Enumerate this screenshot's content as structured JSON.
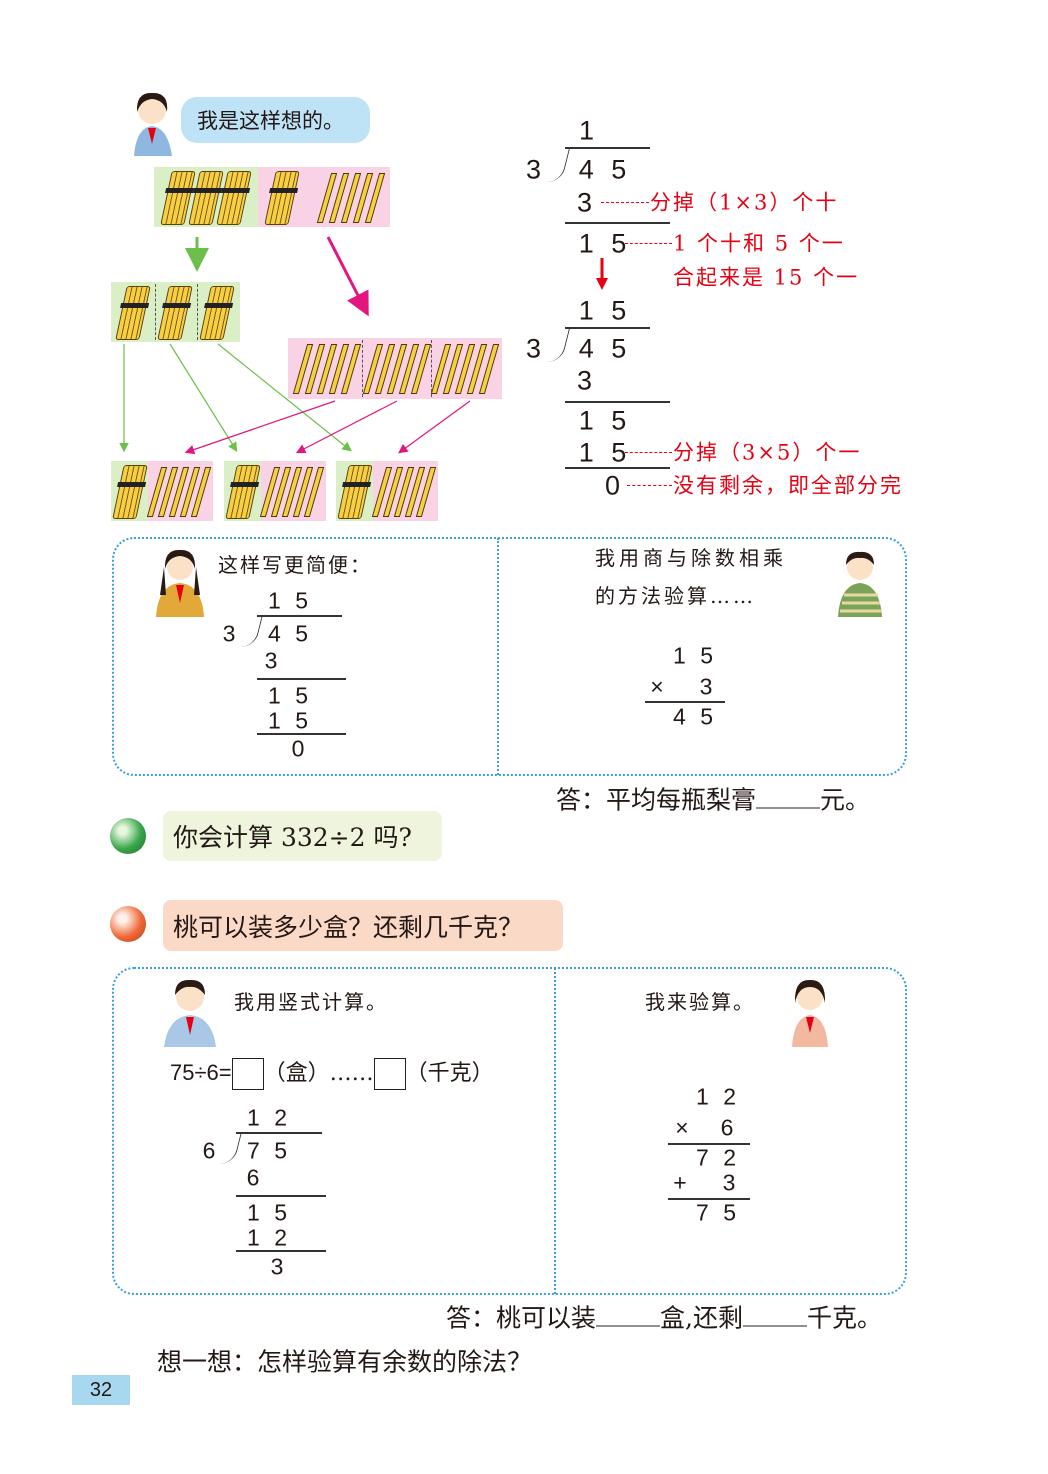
{
  "speech": {
    "text": "我是这样想的。"
  },
  "division_explained": {
    "first": {
      "quotient": "1",
      "divisor": "3",
      "dividend": "4 5",
      "sub": "3",
      "remainder": "1 5"
    },
    "notes": {
      "sub_note": "分掉（1×3）个十",
      "remainder_note_1": "1 个十和 5 个一",
      "remainder_note_2": "合起来是 15 个一"
    },
    "second": {
      "quotient": "1 5",
      "divisor": "3",
      "dividend": "4 5",
      "sub1": "3",
      "bring": "1 5",
      "sub2": "1 5",
      "result": "0"
    },
    "notes2": {
      "sub2_note": "分掉（3×5）个一",
      "result_note": "没有剩余，即全部分完"
    }
  },
  "panel1": {
    "left": {
      "caption": "这样写更简便：",
      "quotient": "1 5",
      "divisor": "3",
      "dividend": "4 5",
      "sub1": "3",
      "bring": "1 5",
      "sub2": "1 5",
      "result": "0"
    },
    "right": {
      "caption_line1": "我用商与除数相乘",
      "caption_line2": "的方法验算……",
      "top": "1 5",
      "op": "×",
      "mult": "3",
      "product": "4 5"
    }
  },
  "answer1": {
    "prefix": "答：平均每瓶梨膏",
    "suffix": "元。"
  },
  "question_green": {
    "text": "你会计算 332÷2 吗?",
    "color": "#3aa64a"
  },
  "question_orange": {
    "text": "桃可以装多少盒？还剩几千克？",
    "color": "#ef6a3a"
  },
  "panel2": {
    "left": {
      "caption": "我用竖式计算。",
      "equation": "75÷6=",
      "unit1": "（盒）……",
      "unit2": "（千克）",
      "quotient": "1 2",
      "divisor": "6",
      "dividend": "7 5",
      "sub1": "6",
      "bring": "1 5",
      "sub2": "1 2",
      "result": "3"
    },
    "right": {
      "caption": "我来验算。",
      "top": "1 2",
      "op1": "×",
      "mult": "6",
      "product": "7 2",
      "op2": "+",
      "add": "3",
      "sum": "7 5"
    }
  },
  "answer2": {
    "prefix": "答：桃可以装",
    "mid": "盒,还剩",
    "suffix": "千克。"
  },
  "think": {
    "text": "想一想：怎样验算有余数的除法？"
  },
  "page_number": "32"
}
